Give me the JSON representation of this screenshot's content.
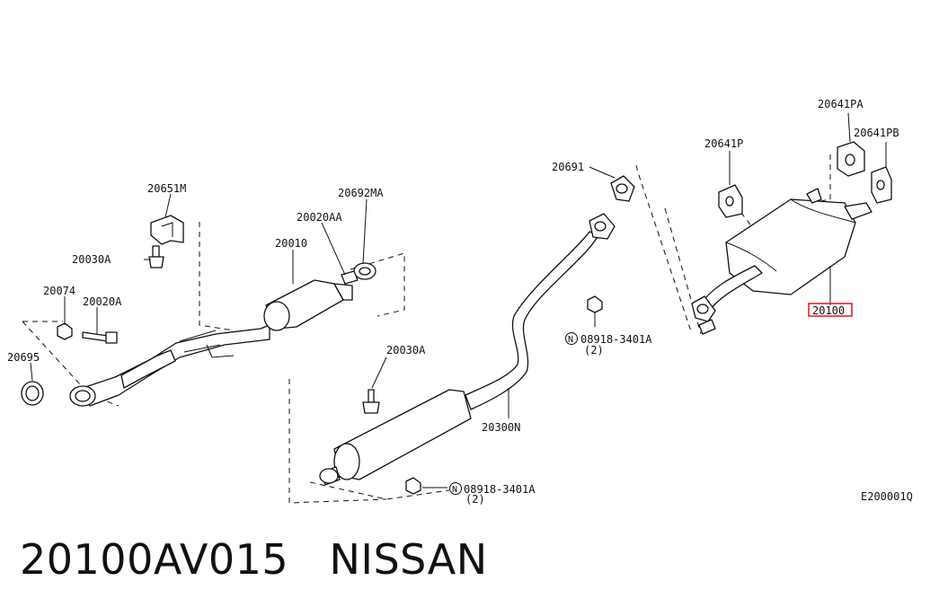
{
  "labels": {
    "p20651M": "20651M",
    "p20030A_left": "20030A",
    "p20074": "20074",
    "p20020A": "20020A",
    "p20695": "20695",
    "p20692MA": "20692MA",
    "p20020AA": "20020AA",
    "p20010": "20010",
    "p20030A_mid": "20030A",
    "p20300N": "20300N",
    "p20691": "20691",
    "p08918_top": "08918-3401A",
    "p08918_top_qty": "(2)",
    "p08918_bottom": "08918-3401A",
    "p08918_bottom_qty": "(2)",
    "nut_symbol": "N",
    "p20641P": "20641P",
    "p20641PA": "20641PA",
    "p20641PB": "20641PB",
    "p20100": "20100",
    "diagram_code": "E200001Q"
  },
  "footer": {
    "title": "20100AV015   NISSAN"
  },
  "colors": {
    "highlight": "#e8121a",
    "line": "#111111"
  }
}
